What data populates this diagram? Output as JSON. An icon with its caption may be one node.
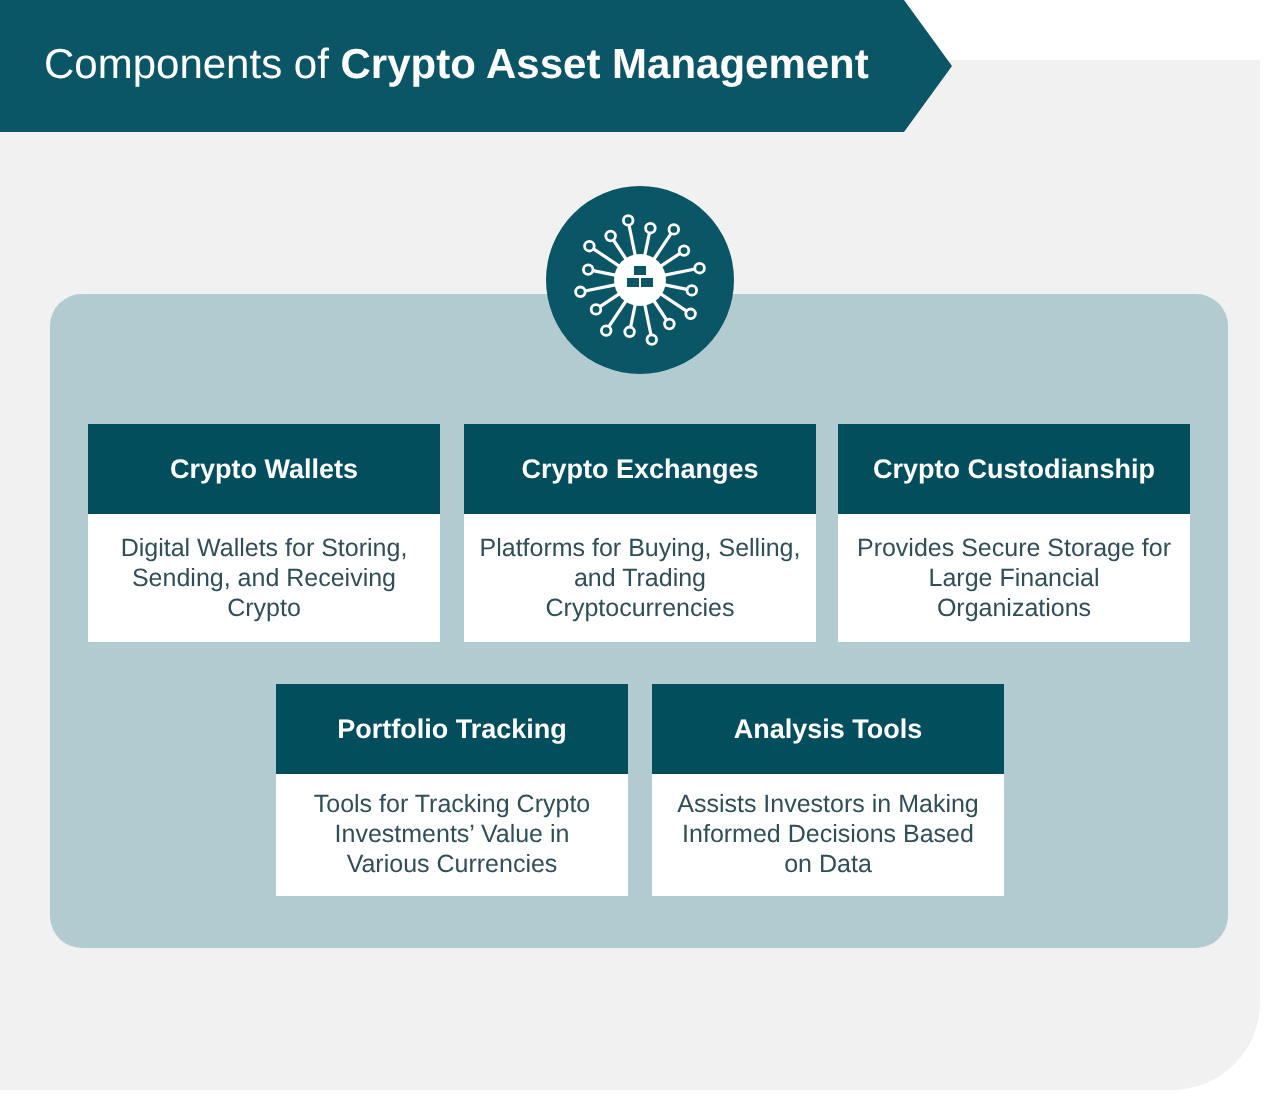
{
  "diagram": {
    "title": "Components of **Crypto Asset Management**",
    "nodes": [
      {
        "text": [],
        "shape": "box"
      },
      {
        "text": [
          "Crypto Wallets",
          "Digital Wallets for Storing, Sending, and Receiving Crypto"
        ],
        "in": 0
      },
      {
        "text": [
          "Crypto Exchanges",
          "Platforms for Buying, Selling, and Trading Cryptocurrencies"
        ],
        "in": 0
      },
      {
        "text": [
          "Crypto Custodianship",
          "Provides Secure Storage for Large Financial Organizations"
        ],
        "in": 0
      },
      {
        "text": [
          "Portfolio Tracking",
          "Tools for Tracking Crypto Investments’ Value in Various Currencies"
        ],
        "in": 0
      },
      {
        "text": [
          "Analysis Tools",
          "Assists Investors in Making Informed Decisions Based on Data"
        ],
        "in": 0
      }
    ]
  }
}
